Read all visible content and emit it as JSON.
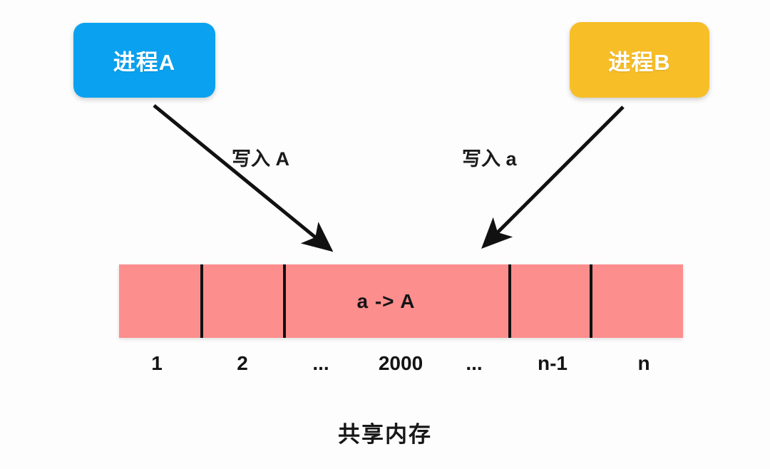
{
  "diagram": {
    "caption": "共享内存",
    "processes": [
      {
        "name": "process-a",
        "label": "进程A",
        "color": "#0aa2f0"
      },
      {
        "name": "process-b",
        "label": "进程B",
        "color": "#f7be28"
      }
    ],
    "arrows": [
      {
        "name": "arrow-write-a-upper",
        "label": "写入 A",
        "from": "进程A",
        "to": "2000"
      },
      {
        "name": "arrow-write-a-lower",
        "label": "写入 a",
        "from": "进程B",
        "to": "2000"
      }
    ],
    "memory": {
      "fill_color": "#fc8e8e",
      "divider_color": "#111111",
      "stored_value": "a -> A",
      "cells": [
        "1",
        "2",
        "...",
        "2000",
        "...",
        "n-1",
        "n"
      ]
    }
  }
}
